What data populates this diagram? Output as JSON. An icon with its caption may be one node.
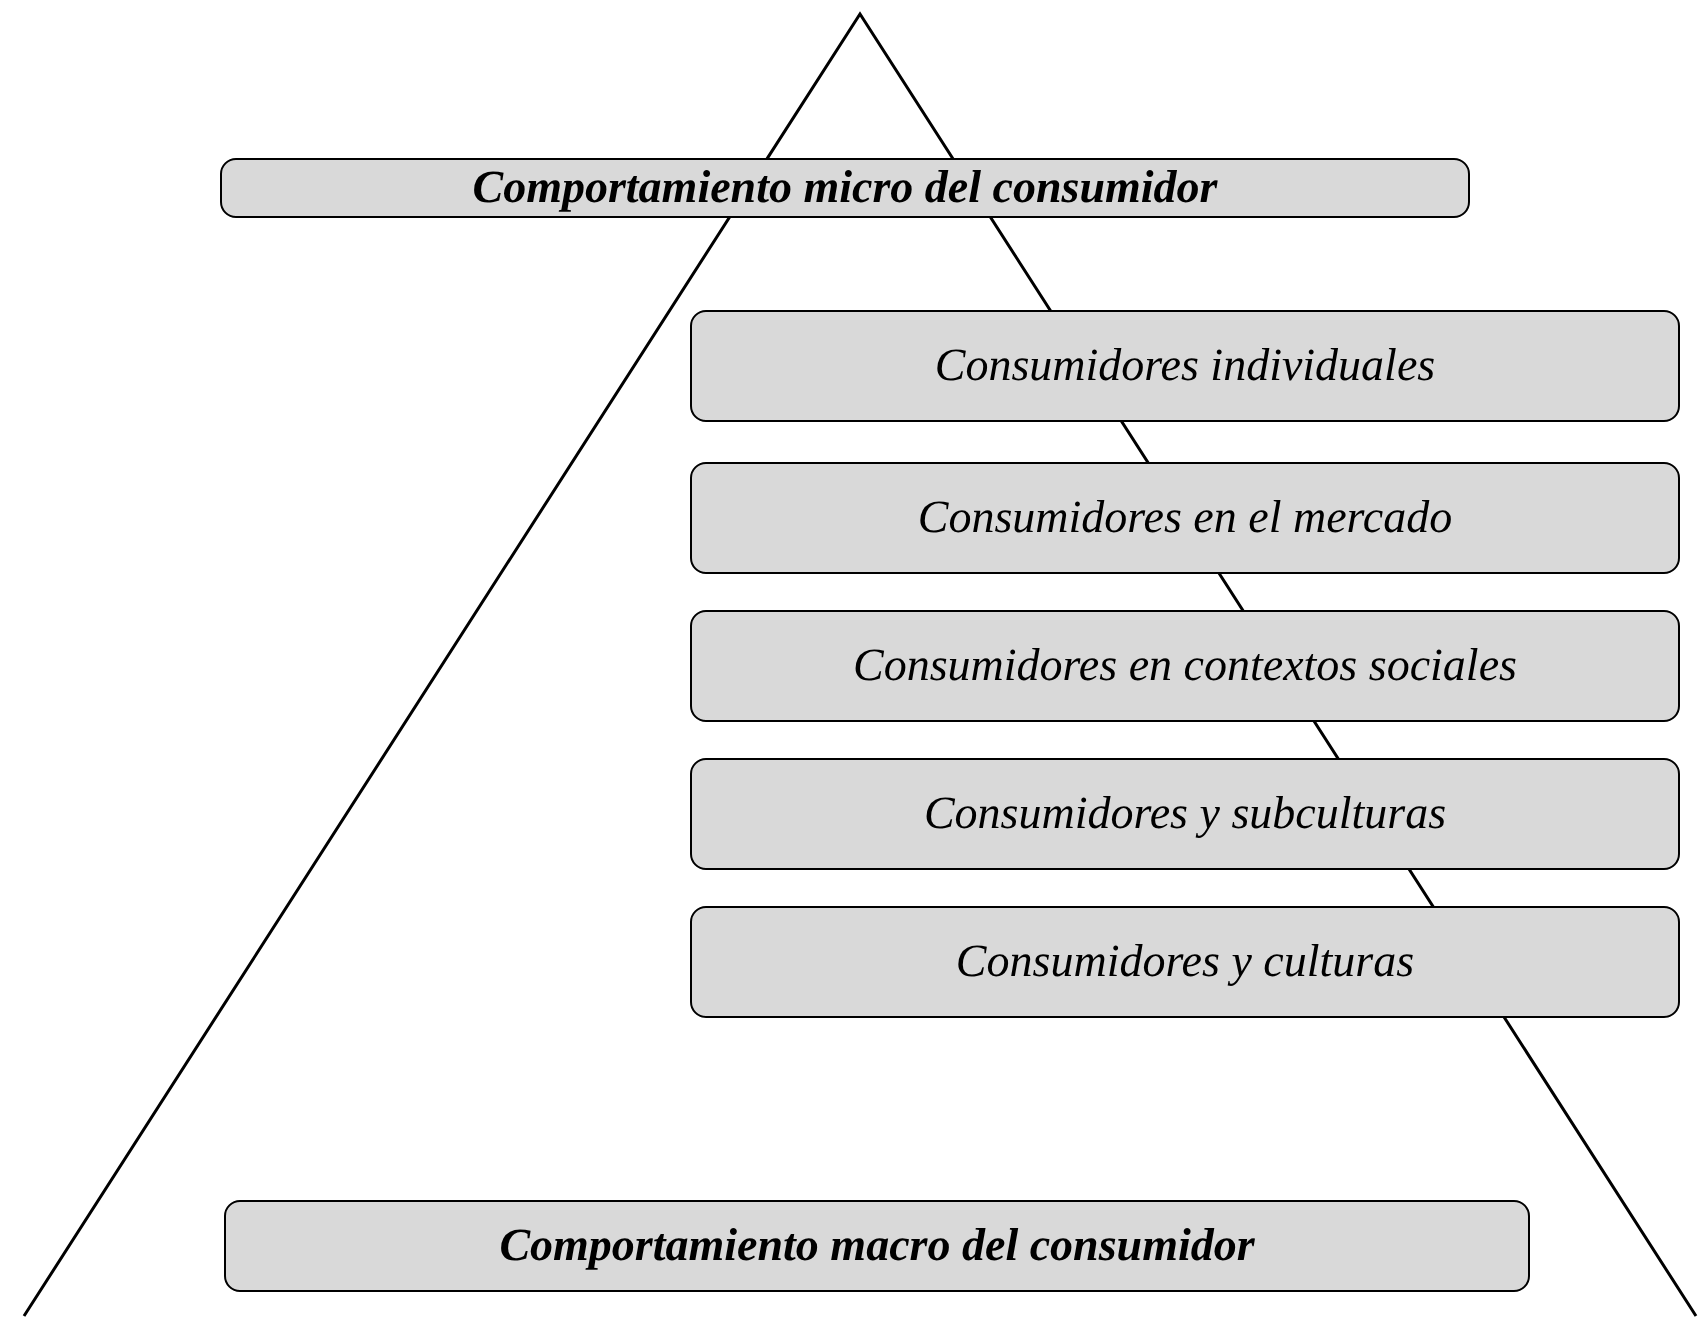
{
  "diagram": {
    "nodes": [
      {
        "text": [
          "Comportamiento micro del consumidor"
        ]
      },
      {
        "text": [
          "Consumidores individuales"
        ]
      },
      {
        "text": [
          "Consumidores en el mercado"
        ]
      },
      {
        "text": [
          "Consumidores en contextos sociales"
        ]
      },
      {
        "text": [
          "Consumidores y subculturas"
        ]
      },
      {
        "text": [
          "Consumidores y culturas"
        ]
      },
      {
        "text": [
          "Comportamiento macro del consumidor"
        ]
      }
    ]
  }
}
